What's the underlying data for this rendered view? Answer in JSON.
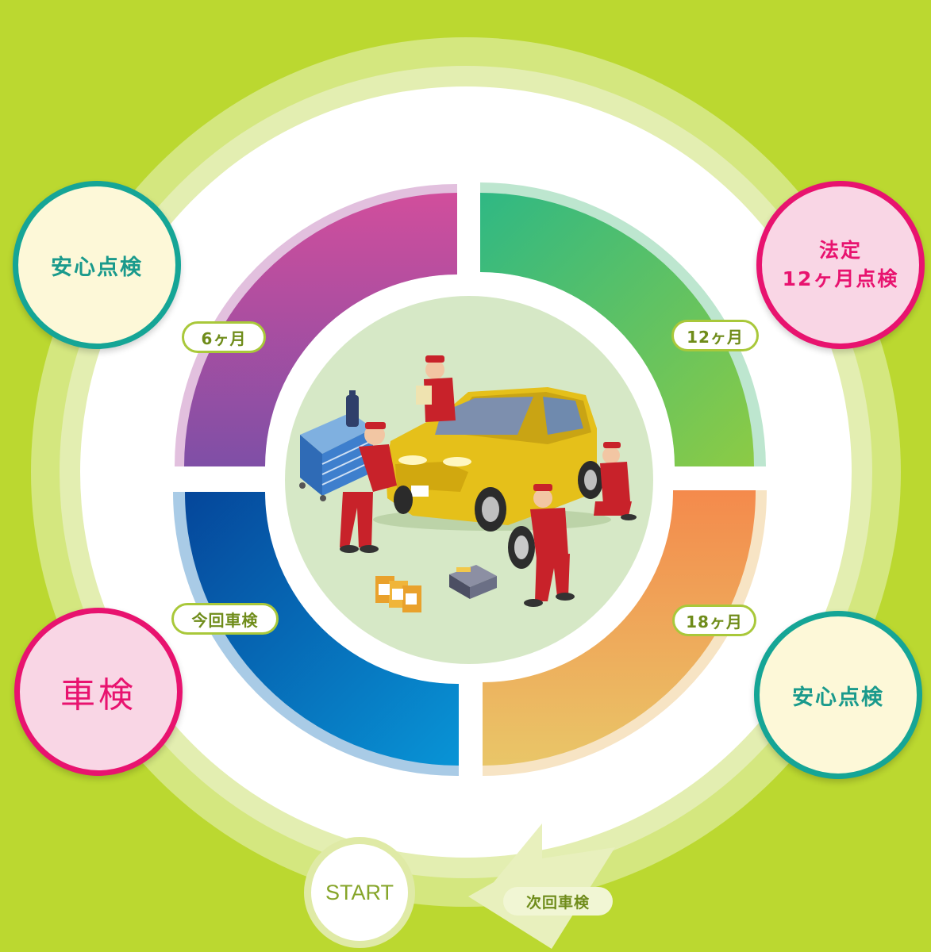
{
  "labels": {
    "top_left_check": "安心点検",
    "top_right_check": "法定\n12ヶ月点検",
    "bottom_left_check": "車検",
    "bottom_right_check": "安心点検",
    "month_6": "6ヶ月",
    "month_12": "12ヶ月",
    "month_18": "18ヶ月",
    "current_shaken": "今回車検",
    "start": "START",
    "next_shaken": "次回車検"
  },
  "colors": {
    "background": "#bbd830",
    "purple_quadrant": "#9b53a8",
    "green_quadrant": "#4cbd6e",
    "blue_quadrant": "#0a74bf",
    "orange_quadrant": "#f0a050",
    "teal_border": "#15a596",
    "magenta_border": "#e8136f"
  },
  "illustration": "car-maintenance-illustration"
}
